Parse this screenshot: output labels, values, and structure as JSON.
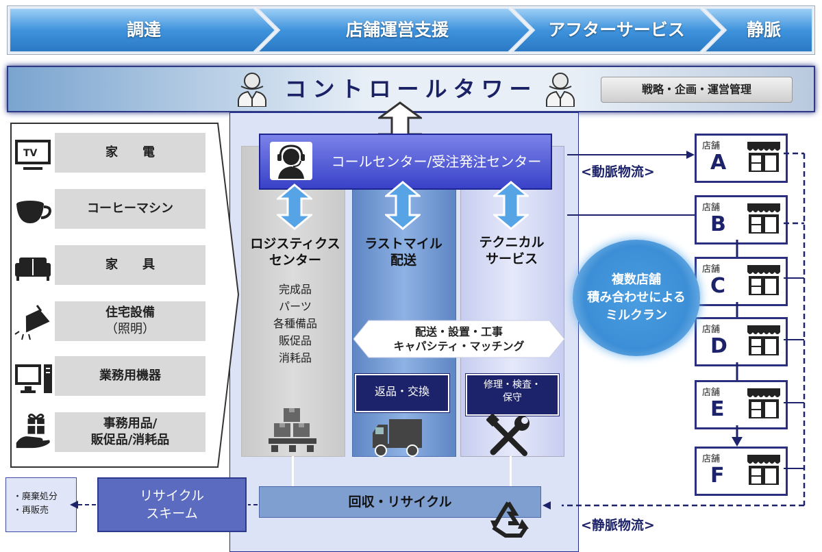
{
  "phases": [
    "調達",
    "店舗運営支援",
    "アフターサービス",
    "静脈"
  ],
  "control_tower": {
    "title": "コントロールタワー",
    "strategy": "戦略・企画・運営管理"
  },
  "products": [
    {
      "label": "家　　電",
      "icon": "tv-icon"
    },
    {
      "label": "コーヒーマシン",
      "icon": "coffee-cup-icon"
    },
    {
      "label": "家　　具",
      "icon": "sofa-icon"
    },
    {
      "label": "住宅設備",
      "sub": "（照明）",
      "icon": "lamp-icon"
    },
    {
      "label": "業務用機器",
      "icon": "computer-icon"
    },
    {
      "label": "事務用品/",
      "sub": "販促品/消耗品",
      "icon": "gift-hand-icon"
    }
  ],
  "call_center": {
    "label": "コールセンター/受注発注センター"
  },
  "logistics": {
    "title_line1": "ロジスティクス",
    "title_line2": "センター",
    "items": [
      "完成品",
      "パーツ",
      "各種備品",
      "販促品",
      "消耗品"
    ]
  },
  "last_mile": {
    "title_line1": "ラストマイル",
    "title_line2": "配送",
    "return_box": "返品・交換"
  },
  "technical": {
    "title_line1": "テクニカル",
    "title_line2": "サービス",
    "repair_line1": "修理・検査・",
    "repair_line2": "保守"
  },
  "delivery_banner": {
    "line1": "配送・設置・工事",
    "line2": "キャパシティ・マッチング"
  },
  "recycle": {
    "collect": "回収・リサイクル",
    "scheme_line1": "リサイクル",
    "scheme_line2": "スキーム",
    "waste_line1": "・廃棄処分",
    "waste_line2": "・再販売"
  },
  "flows": {
    "arterial": "<動脈物流>",
    "venous": "<静脈物流>"
  },
  "milk_run": {
    "line1": "複数店舗",
    "line2": "積み合わせによる",
    "line3": "ミルクラン"
  },
  "stores": [
    {
      "label": "店舗",
      "letter": "A"
    },
    {
      "label": "店舗",
      "letter": "B"
    },
    {
      "label": "店舗",
      "letter": "C"
    },
    {
      "label": "店舗",
      "letter": "D"
    },
    {
      "label": "店舗",
      "letter": "E"
    },
    {
      "label": "店舗",
      "letter": "F"
    }
  ],
  "colors": {
    "navy": "#1d236a",
    "phase_blue": "#3d8fd6",
    "light_blue": "#5aa4e8"
  }
}
